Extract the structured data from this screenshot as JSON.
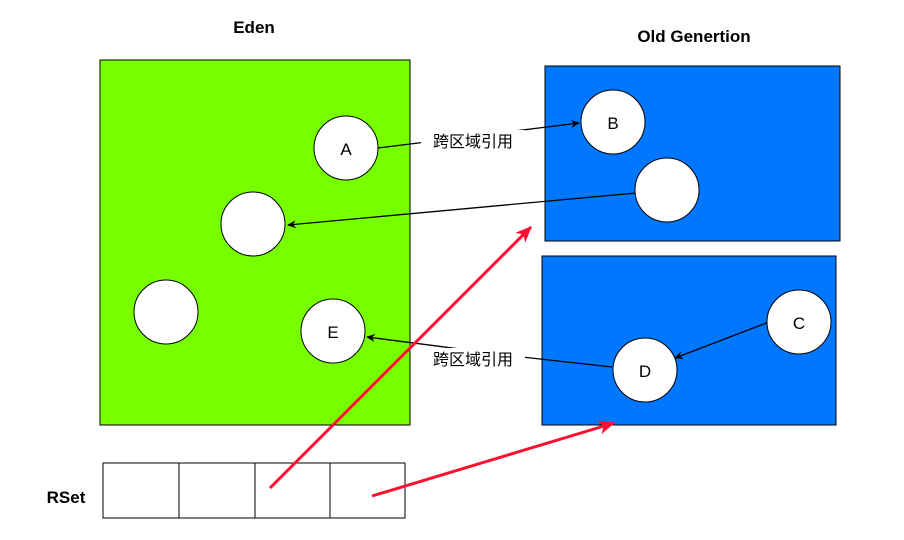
{
  "titles": {
    "eden": "Eden",
    "old_generation": "Old Genertion",
    "rset": "RSet"
  },
  "nodes": {
    "a": "A",
    "b": "B",
    "c": "C",
    "d": "D",
    "e": "E"
  },
  "edge_labels": {
    "a_to_b": "跨区域引用",
    "d_to_e": "跨区域引用"
  },
  "colors": {
    "eden": "#77ff00",
    "old_generation": "#0077ff",
    "rset_pointer": "#ff0f2f",
    "reference": "#000000"
  }
}
